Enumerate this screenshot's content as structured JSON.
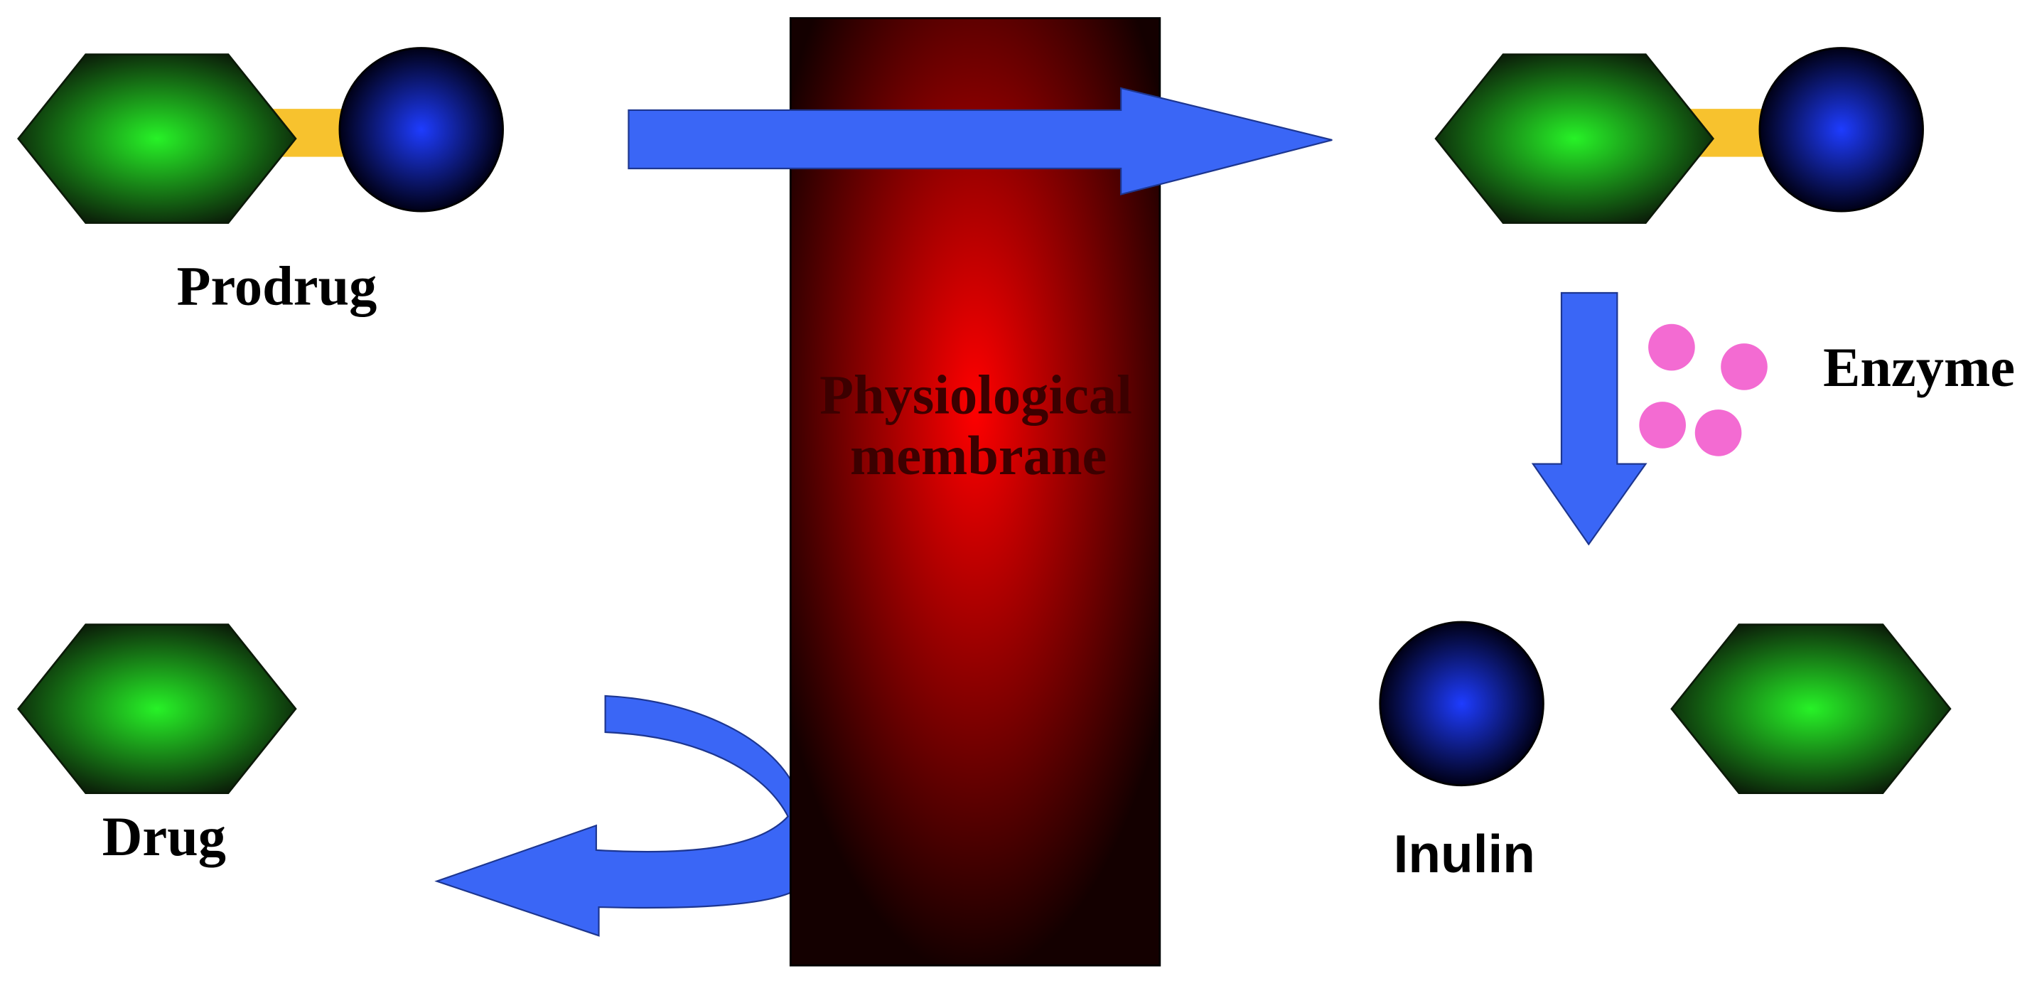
{
  "labels": {
    "prodrug": "Prodrug",
    "drug": "Drug",
    "enzyme": "Enzyme",
    "inulin": "Inulin"
  },
  "membrane": {
    "label_lines": [
      "Physiological",
      "membrane"
    ]
  },
  "colors": {
    "arrow": "#3a66f6",
    "hexagon_center": "#27f227",
    "hexagon_edge": "#0b1f09",
    "sphere_center": "#1e3cff",
    "sphere_edge": "#000016",
    "linker": "#f7c22e",
    "enzyme_dot": "#f36bd2",
    "membrane_center": "#ff0000",
    "membrane_edge": "#140000",
    "membrane_text": "#3c0000"
  }
}
